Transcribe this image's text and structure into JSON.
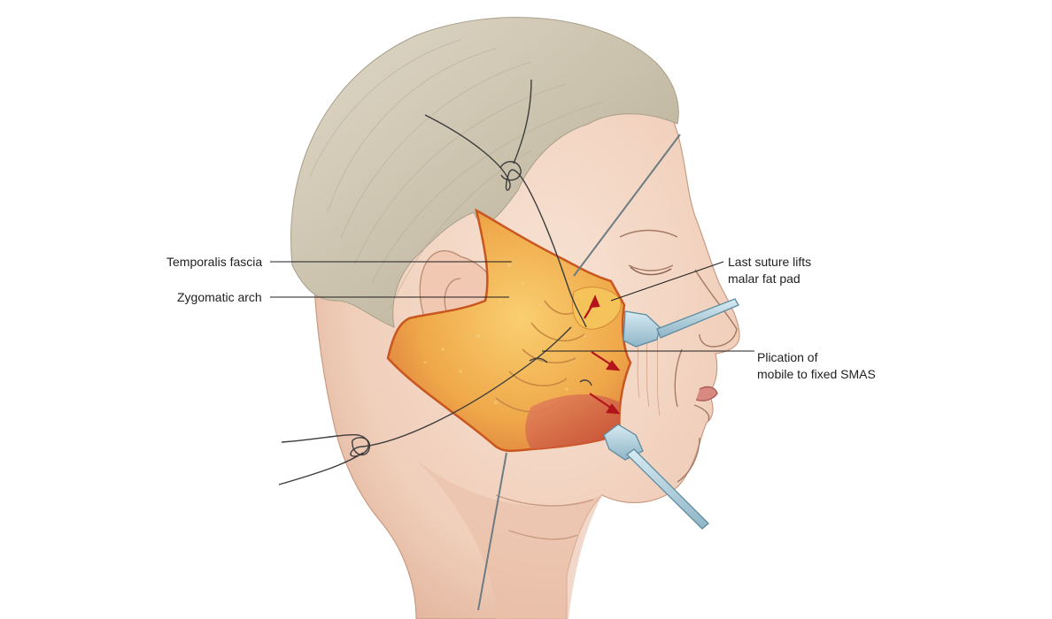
{
  "labels": {
    "temporalis_fascia": "Temporalis fascia",
    "zygomatic_arch": "Zygomatic arch",
    "last_suture_line1": "Last suture lifts",
    "last_suture_line2": "malar fat pad",
    "plication_line1": "Plication of",
    "plication_line2": "mobile to fixed SMAS"
  },
  "colors": {
    "skin": "#f3d6c4",
    "skin_shadow": "#e3b9a0",
    "hair": "#cfc6b2",
    "hair_dark": "#a89f8a",
    "sma_flap": "#f2b04a",
    "sma_edge": "#c9561e",
    "muscle": "#d9694a",
    "arrow": "#b3141c",
    "retractor": "#a9c9d8",
    "leader_line": "#1e1e1e"
  }
}
